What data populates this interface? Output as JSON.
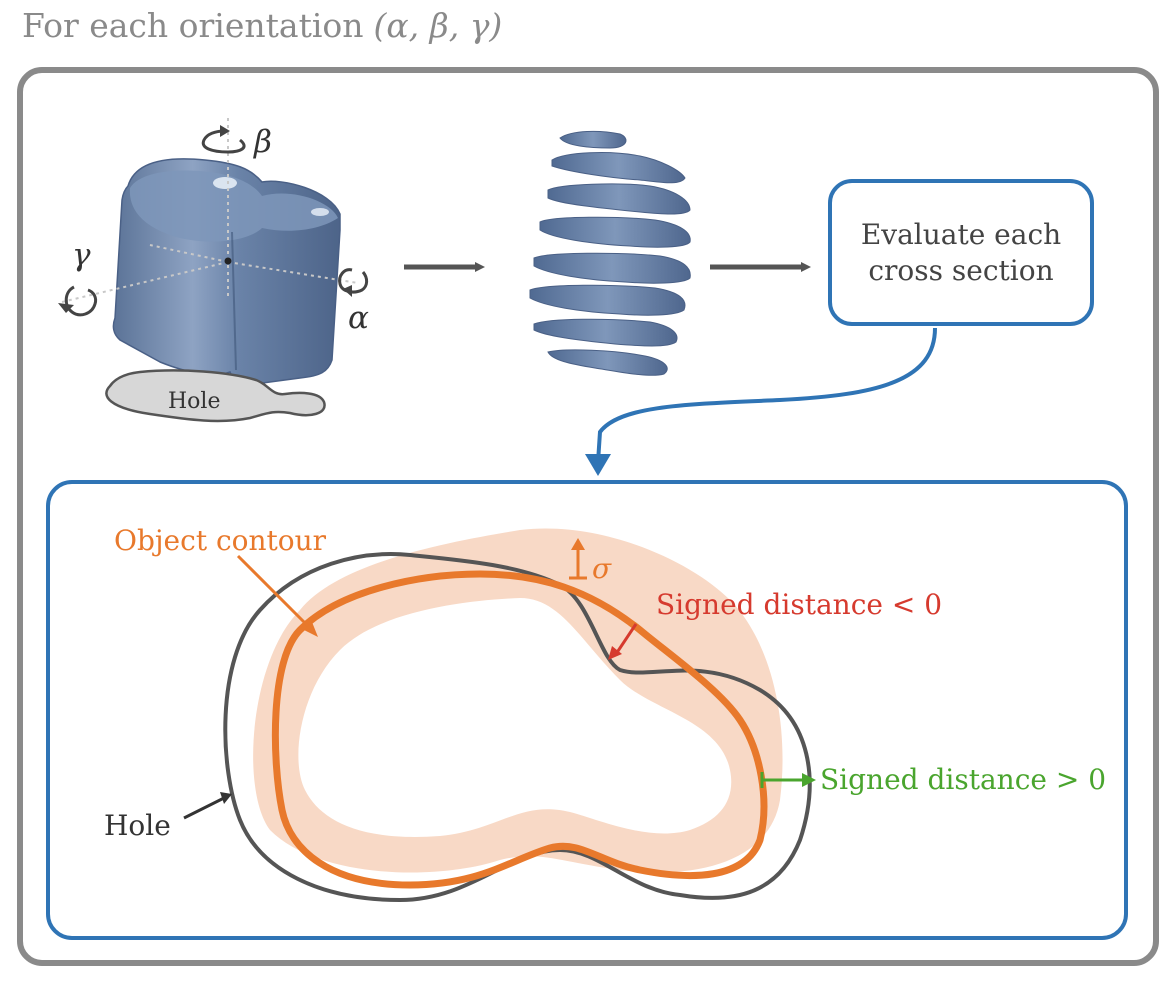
{
  "heading": {
    "text": "For each orientation",
    "orientation_symbol": "(α, β, γ)"
  },
  "object": {
    "rotation_labels": {
      "alpha": "α",
      "beta": "β",
      "gamma": "γ"
    },
    "hole_label": "Hole"
  },
  "process": {
    "evaluate_box_line1": "Evaluate each",
    "evaluate_box_line2": "cross section"
  },
  "cross_section": {
    "object_contour_label": "Object contour",
    "sigma_label": "σ",
    "negative_distance_label": "Signed distance < 0",
    "positive_distance_label": "Signed distance > 0",
    "hole_label": "Hole"
  },
  "colors": {
    "frame_gray": "#8a8a8a",
    "box_blue": "#2f74b5",
    "object_orange": "#e8792c",
    "tolerance_band": "#f8d9c6",
    "negative_red": "#d63a2e",
    "positive_green": "#4aa52e",
    "hole_gray": "#555555",
    "shape_blue": "#6f86a8"
  },
  "icons": [
    "rotation-arrow-icon",
    "right-arrow-icon",
    "curved-down-arrow-icon"
  ]
}
